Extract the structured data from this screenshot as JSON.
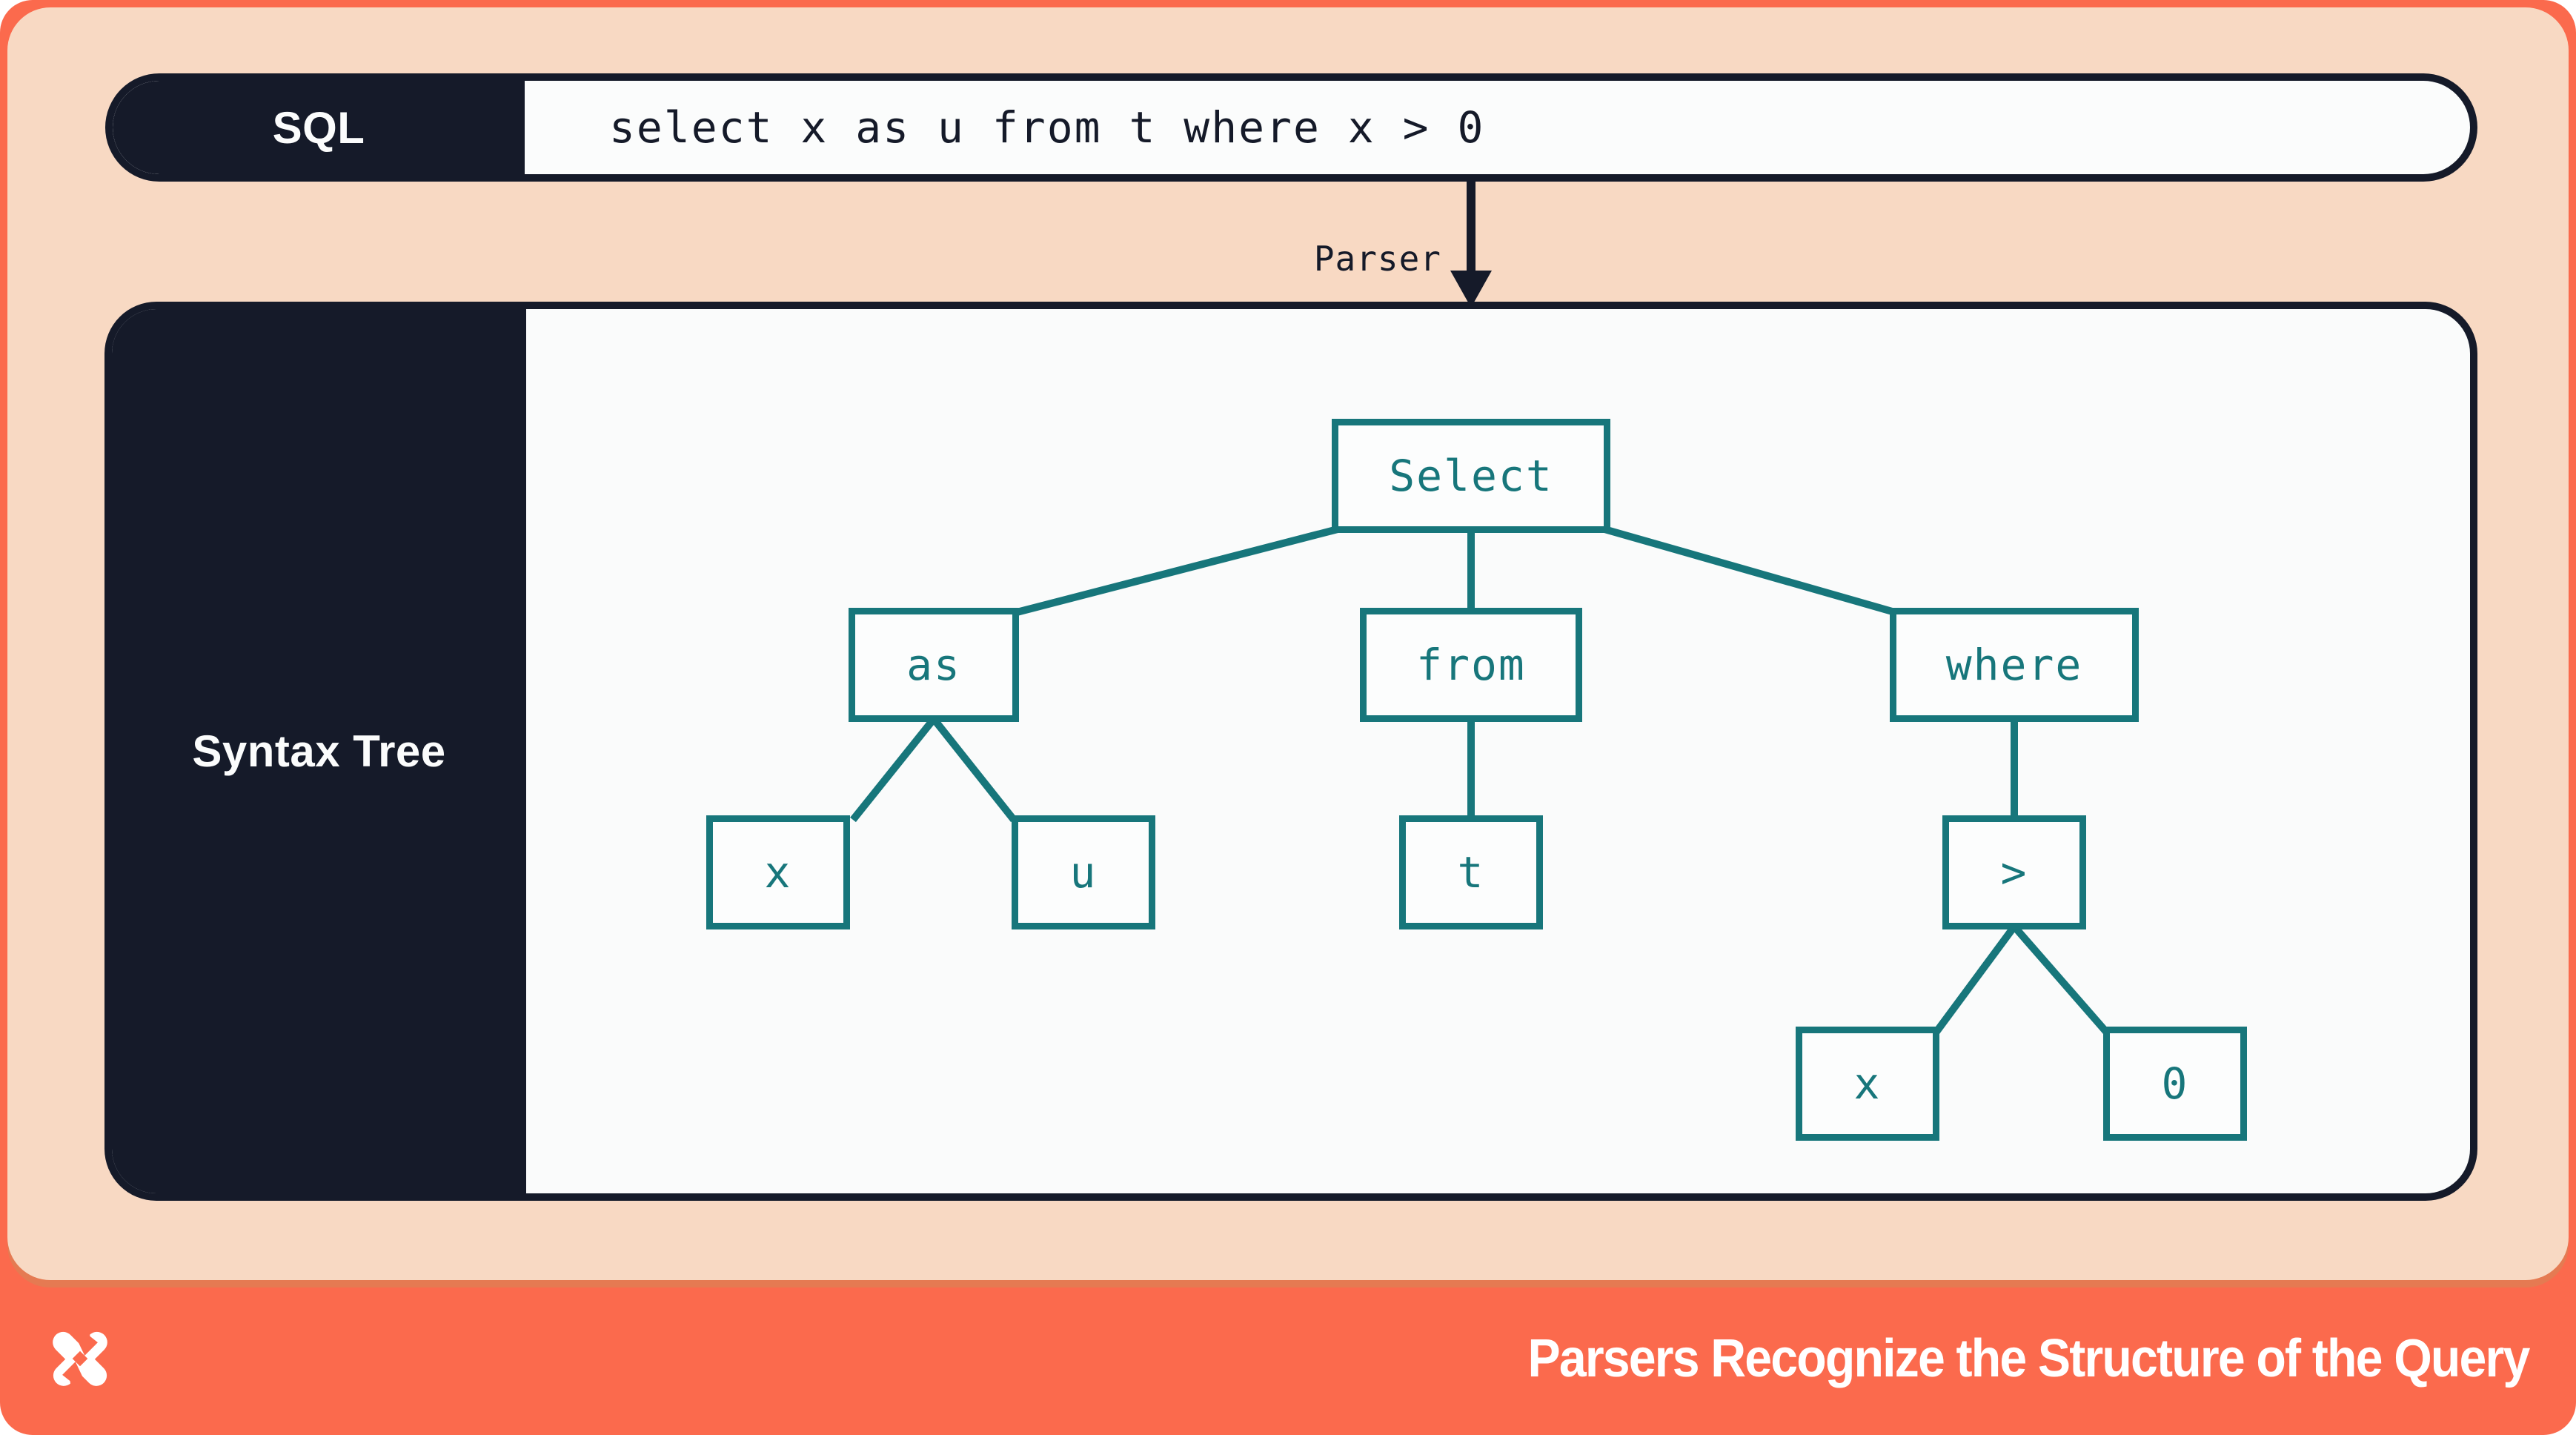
{
  "header": {
    "sql_label": "SQL",
    "query": "select x as u from t where x > 0"
  },
  "parser": {
    "label": "Parser"
  },
  "tree": {
    "panel_label": "Syntax Tree",
    "nodes": [
      {
        "id": "select",
        "label": "Select"
      },
      {
        "id": "as",
        "label": "as"
      },
      {
        "id": "from",
        "label": "from"
      },
      {
        "id": "where",
        "label": "where"
      },
      {
        "id": "x-alias",
        "label": "x"
      },
      {
        "id": "u",
        "label": "u"
      },
      {
        "id": "t",
        "label": "t"
      },
      {
        "id": "gt",
        "label": ">"
      },
      {
        "id": "x-cond",
        "label": "x"
      },
      {
        "id": "zero",
        "label": "0"
      }
    ],
    "edges": [
      [
        "select",
        "as"
      ],
      [
        "select",
        "from"
      ],
      [
        "select",
        "where"
      ],
      [
        "as",
        "x-alias"
      ],
      [
        "as",
        "u"
      ],
      [
        "from",
        "t"
      ],
      [
        "where",
        "gt"
      ],
      [
        "gt",
        "x-cond"
      ],
      [
        "gt",
        "zero"
      ]
    ]
  },
  "footer": {
    "title": "Parsers Recognize the Structure of the Query",
    "logo": "dolt-x-pinwheel-logo"
  },
  "colors": {
    "orange": "#FB6A4D",
    "peach": "#F8D9C3",
    "navy": "#151A29",
    "teal": "#17767B",
    "panel_bg": "#FAFBFB"
  }
}
